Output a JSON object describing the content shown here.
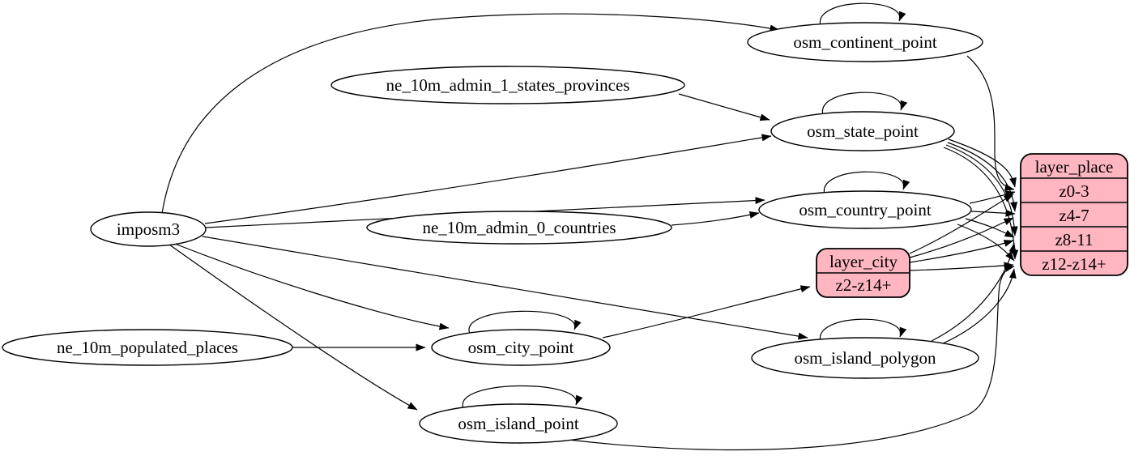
{
  "diagram": {
    "type": "etl-graph",
    "colors": {
      "background": "#ffffff",
      "table_fill": "#ffffff",
      "record_fill": "#ffb6c1",
      "stroke": "#000000"
    },
    "nodes": {
      "imposm3": {
        "label": "imposm3",
        "kind": "source"
      },
      "ne_10m_admin_1_states_provinces": {
        "label": "ne_10m_admin_1_states_provinces",
        "kind": "source"
      },
      "ne_10m_admin_0_countries": {
        "label": "ne_10m_admin_0_countries",
        "kind": "source"
      },
      "ne_10m_populated_places": {
        "label": "ne_10m_populated_places",
        "kind": "source"
      },
      "osm_continent_point": {
        "label": "osm_continent_point",
        "kind": "table",
        "self_loop": true
      },
      "osm_state_point": {
        "label": "osm_state_point",
        "kind": "table",
        "self_loop": true
      },
      "osm_country_point": {
        "label": "osm_country_point",
        "kind": "table",
        "self_loop": true
      },
      "osm_city_point": {
        "label": "osm_city_point",
        "kind": "table",
        "self_loop": true
      },
      "osm_island_polygon": {
        "label": "osm_island_polygon",
        "kind": "table",
        "self_loop": true
      },
      "osm_island_point": {
        "label": "osm_island_point",
        "kind": "table",
        "self_loop": true
      },
      "layer_city": {
        "title": "layer_city",
        "kind": "record",
        "rows": [
          "z2-z14+"
        ]
      },
      "layer_place": {
        "title": "layer_place",
        "kind": "record",
        "rows": [
          "z0-3",
          "z4-7",
          "z8-11",
          "z12-z14+"
        ]
      }
    },
    "edges": [
      {
        "from": "imposm3",
        "to": "osm_continent_point"
      },
      {
        "from": "imposm3",
        "to": "osm_state_point"
      },
      {
        "from": "imposm3",
        "to": "osm_country_point"
      },
      {
        "from": "imposm3",
        "to": "osm_city_point"
      },
      {
        "from": "imposm3",
        "to": "osm_island_polygon"
      },
      {
        "from": "imposm3",
        "to": "osm_island_point"
      },
      {
        "from": "ne_10m_admin_1_states_provinces",
        "to": "osm_state_point"
      },
      {
        "from": "ne_10m_admin_0_countries",
        "to": "osm_country_point"
      },
      {
        "from": "ne_10m_populated_places",
        "to": "osm_city_point"
      },
      {
        "from": "osm_continent_point",
        "to": "osm_continent_point"
      },
      {
        "from": "osm_state_point",
        "to": "osm_state_point"
      },
      {
        "from": "osm_country_point",
        "to": "osm_country_point"
      },
      {
        "from": "osm_city_point",
        "to": "osm_city_point"
      },
      {
        "from": "osm_island_polygon",
        "to": "osm_island_polygon"
      },
      {
        "from": "osm_island_point",
        "to": "osm_island_point"
      },
      {
        "from": "osm_city_point",
        "to": "layer_city:z2-z14+"
      },
      {
        "from": "osm_continent_point",
        "to": "layer_place:z0-3"
      },
      {
        "from": "osm_country_point",
        "to": "layer_place:z0-3"
      },
      {
        "from": "osm_country_point",
        "to": "layer_place:z4-7"
      },
      {
        "from": "osm_country_point",
        "to": "layer_place:z8-11"
      },
      {
        "from": "osm_country_point",
        "to": "layer_place:z12-z14+"
      },
      {
        "from": "osm_state_point",
        "to": "layer_place:z0-3"
      },
      {
        "from": "osm_state_point",
        "to": "layer_place:z4-7"
      },
      {
        "from": "osm_state_point",
        "to": "layer_place:z8-11"
      },
      {
        "from": "osm_state_point",
        "to": "layer_place:z12-z14+"
      },
      {
        "from": "layer_city",
        "to": "layer_place:z0-3"
      },
      {
        "from": "layer_city",
        "to": "layer_place:z4-7"
      },
      {
        "from": "layer_city",
        "to": "layer_place:z8-11"
      },
      {
        "from": "layer_city",
        "to": "layer_place:z12-z14+"
      },
      {
        "from": "osm_island_polygon",
        "to": "layer_place:z8-11"
      },
      {
        "from": "osm_island_polygon",
        "to": "layer_place:z12-z14+"
      },
      {
        "from": "osm_island_point",
        "to": "layer_place:z12-z14+"
      }
    ]
  }
}
